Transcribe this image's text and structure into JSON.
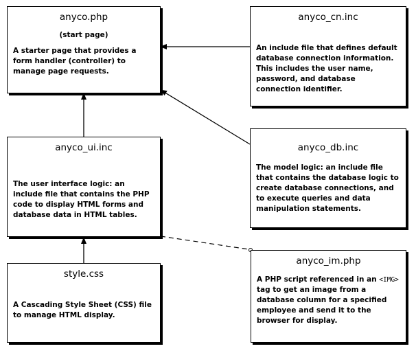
{
  "boxes": {
    "anyco_php": {
      "title": "anyco.php",
      "subtitle": "(start page)",
      "description": "A starter page that provides a form handler (controller) to manage page requests."
    },
    "anyco_cn": {
      "title": "anyco_cn.inc",
      "description": "An include file that defines default database connection information. This includes the user name, password, and database connection identifier."
    },
    "anyco_ui": {
      "title": "anyco_ui.inc",
      "description": "The user interface logic: an include file that contains the PHP code to display HTML forms and database data in HTML tables."
    },
    "anyco_db": {
      "title": "anyco_db.inc",
      "description": "The model logic: an include file that contains the database logic to create database connections, and to execute queries and data manipulation statements."
    },
    "style_css": {
      "title": "style.css",
      "description": "A Cascading Style Sheet (CSS) file to manage HTML display."
    },
    "anyco_im": {
      "title": "anyco_im.php",
      "desc_before": "A PHP script referenced in an ",
      "desc_code": "<IMG>",
      "desc_after": " tag to get an image from a database column for a specified employee and send it to the browser for display."
    }
  },
  "colors": {
    "line": "#000000",
    "box_border": "#000000",
    "background": "#ffffff"
  }
}
